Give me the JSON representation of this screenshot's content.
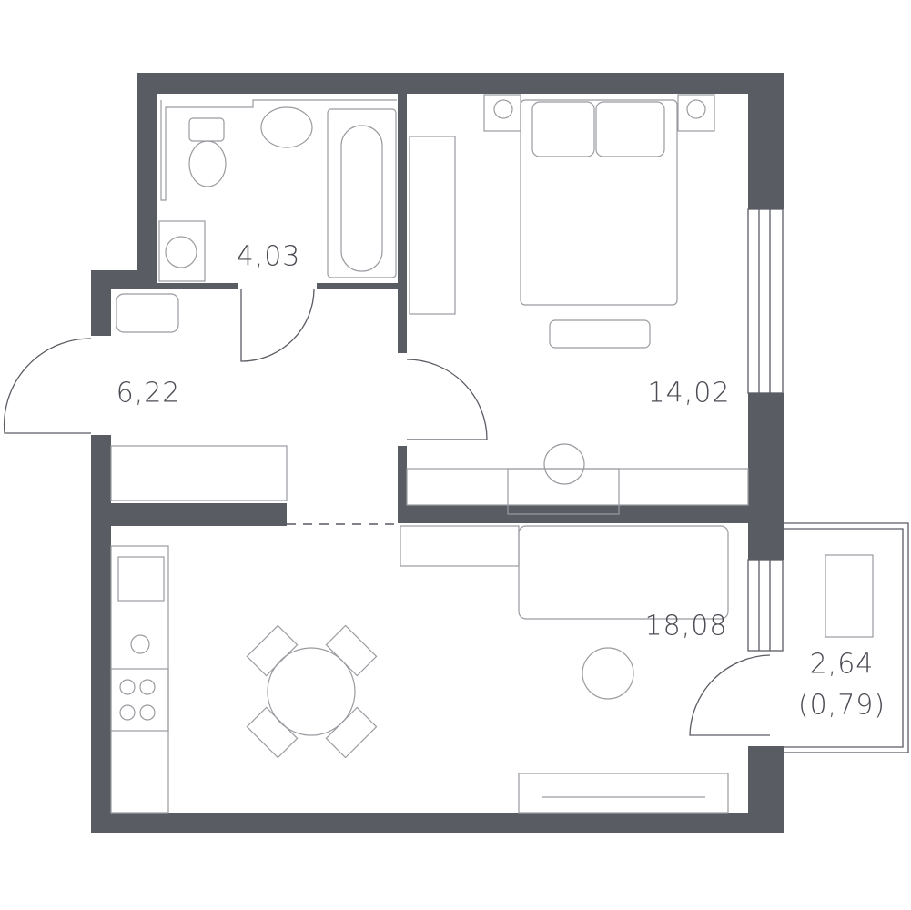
{
  "rooms": [
    {
      "name": "bathroom",
      "area": "4,03"
    },
    {
      "name": "hallway",
      "area": "6,22"
    },
    {
      "name": "bedroom",
      "area": "14,02"
    },
    {
      "name": "living-kitchen",
      "area": "18,08"
    },
    {
      "name": "balcony",
      "area": "2,64",
      "reduced_area": "(0,79)"
    }
  ],
  "colors": {
    "wall": "#5a5c63",
    "furniture": "#9a9ba0",
    "text": "#4a4b53"
  }
}
